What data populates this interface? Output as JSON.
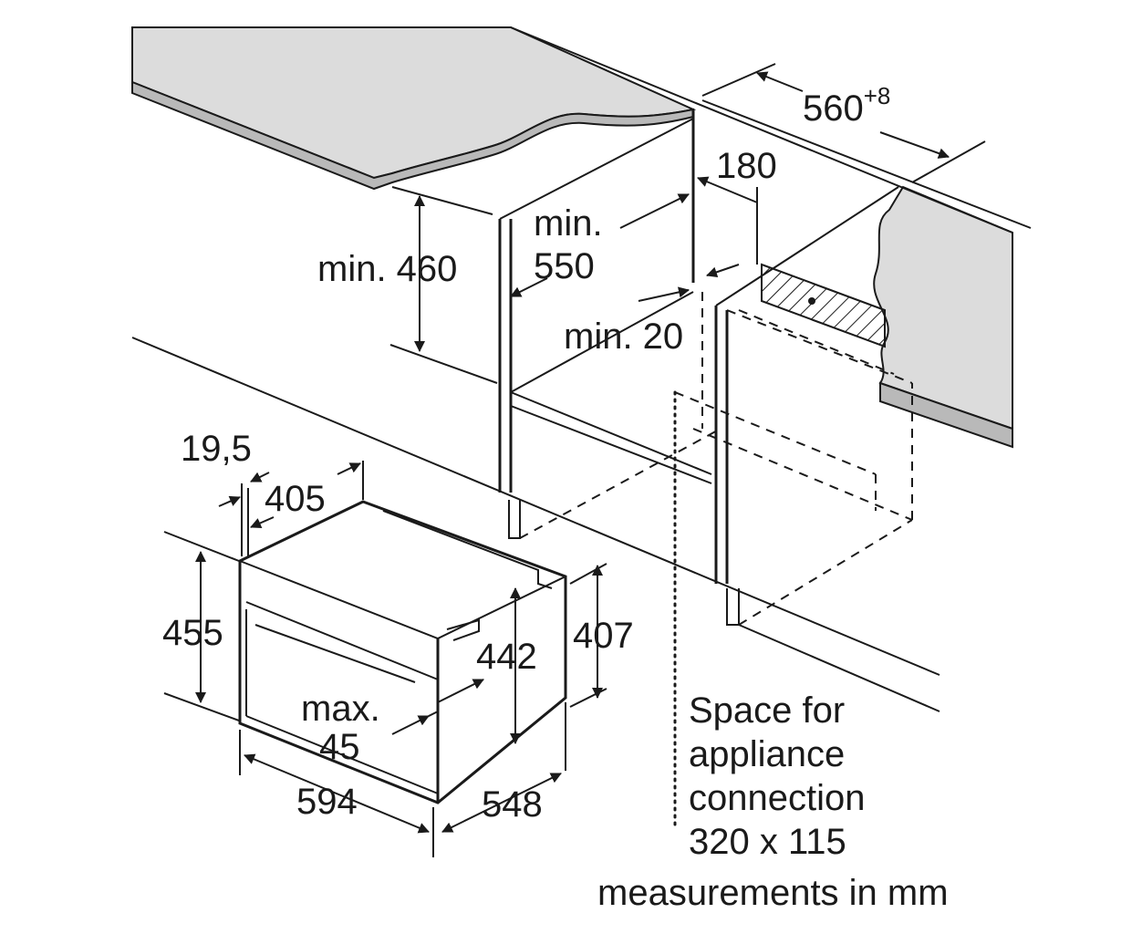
{
  "diagram": {
    "labels": {
      "width_560": "560",
      "width_560_tol": "+8",
      "dim_180": "180",
      "min_550_a": "min.",
      "min_550_b": "550",
      "min_460": "min. 460",
      "min_20": "min. 20",
      "dim_19_5": "19,5",
      "dim_405": "405",
      "dim_455": "455",
      "dim_442": "442",
      "dim_407": "407",
      "max_45_a": "max.",
      "max_45_b": "45",
      "dim_594": "594",
      "dim_548": "548",
      "space_1": "Space for",
      "space_2": "appliance",
      "space_3": "connection",
      "space_4": "320 x 115",
      "units": "measurements in mm"
    }
  }
}
